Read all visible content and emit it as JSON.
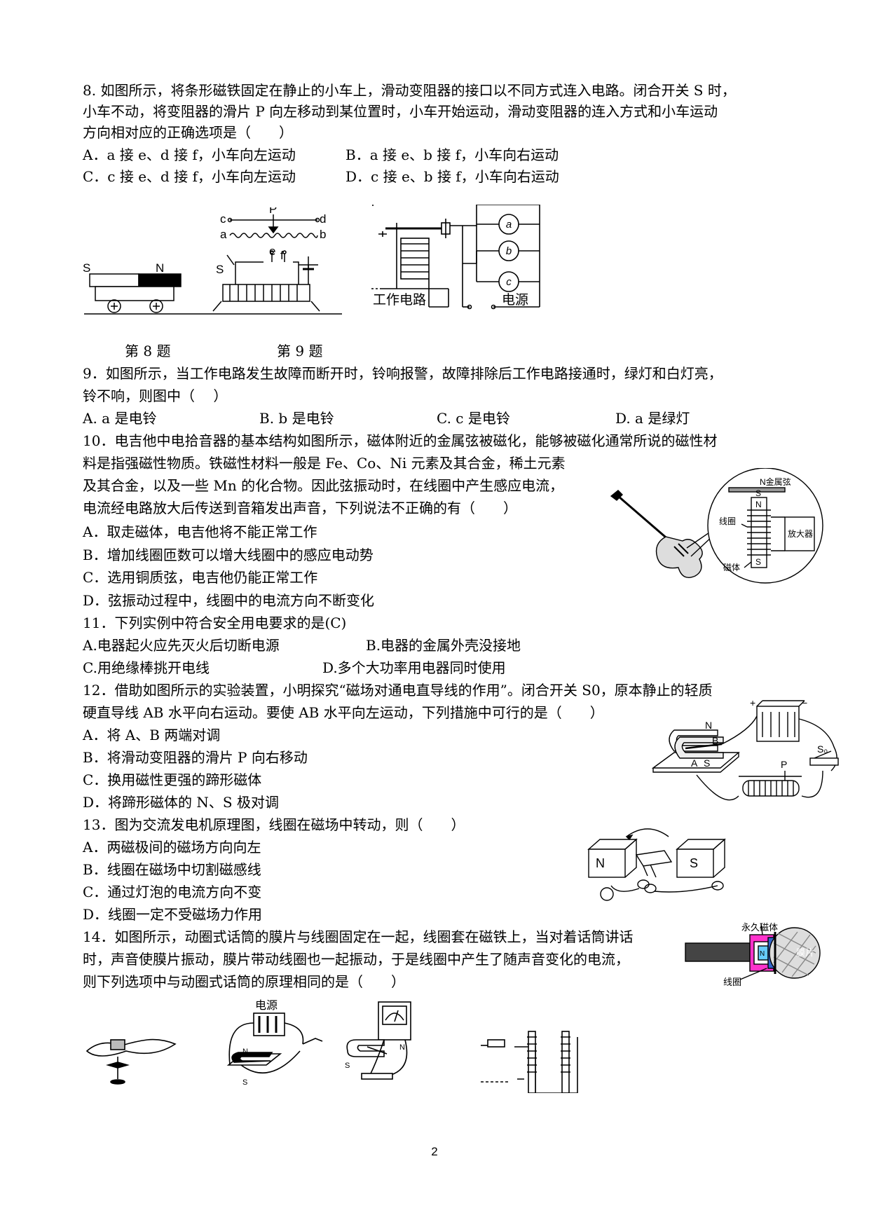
{
  "q8": {
    "lines": [
      "8. 如图所示，将条形磁铁固定在静止的小车上，滑动变阻器的接口以不同方式连入电路。闭合开关 S 时，",
      "小车不动，将变阻器的滑片 P 向左移动到某位置时，小车开始运动，滑动变阻器的连入方式和小车运动",
      "方向相对应的正确选项是（　　）"
    ],
    "options": [
      "A．a 接 e、d 接 f，小车向左运动",
      "B．a 接 e、b 接 f，小车向右运动",
      "C．c 接 e、d 接 f，小车向左运动",
      "D．c 接 e、b 接 f，小车向右运动"
    ],
    "fig_labels": {
      "s": "S",
      "n": "N",
      "c": "c",
      "d": "d",
      "p": "P",
      "a": "a",
      "b": "b",
      "e": "e",
      "f": "f",
      "switch": "S"
    },
    "caption": "第 8 题"
  },
  "q9": {
    "caption": "第 9 题",
    "fig_labels": {
      "work_circuit": "工作电路",
      "power": "电源",
      "a": "a",
      "b": "b",
      "c": "c"
    },
    "lines": [
      "9．如图所示，当工作电路发生故障而断开时，铃响报警，故障排除后工作电路接通时，绿灯和白灯亮，",
      "铃不响，则图中（　 ）"
    ],
    "options": [
      "A. a 是电铃",
      "B. b 是电铃",
      "C. c 是电铃",
      "D. a 是绿灯"
    ]
  },
  "q10": {
    "lines": [
      "10．电吉他中电拾音器的基本结构如图所示，磁体附近的金属弦被磁化，能够被磁化通常所说的磁性材",
      "料是指强磁性物质。铁磁性材料一般是 Fe、Co、Ni 元素及其合金，稀土元素",
      "及其合金，以及一些 Mn 的化合物。因此弦振动时，在线圈中产生感应电流，",
      "电流经电路放大后传送到音箱发出声音，下列说法不正确的有（　　）"
    ],
    "options": [
      "A．取走磁体，电吉他将不能正常工作",
      "B．增加线圈匝数可以增大线圈中的感应电动势",
      "C．选用铜质弦，电吉他仍能正常工作",
      "D．弦振动过程中，线圈中的电流方向不断变化"
    ],
    "fig_labels": {
      "string": "N金属弦",
      "s_top": "S",
      "n": "N",
      "coil": "线圈",
      "amp": "放大器",
      "s_bottom": "S",
      "magnet": "磁体"
    }
  },
  "q11": {
    "line": "11．下列实例中符合安全用电要求的是(C)",
    "options": [
      "A.电器起火应先灭火后切断电源",
      "B.电器的金属外壳没接地",
      "C.用绝缘棒挑开电线",
      "D.多个大功率用电器同时使用"
    ]
  },
  "q12": {
    "lines": [
      "12．借助如图所示的实验装置，小明探究“磁场对通电直导线的作用”。闭合开关 S0，原本静止的轻质",
      "硬直导线 AB 水平向右运动。要使 AB 水平向左运动，下列措施中可行的是（　　）"
    ],
    "options": [
      "A．将 A、B 两端对调",
      "B．将滑动变阻器的滑片 P 向右移动",
      "C．换用磁性更强的蹄形磁体",
      "D．将蹄形磁体的 N、S 极对调"
    ],
    "fig_labels": {
      "plus": "+",
      "minus": "−",
      "n": "N",
      "b": "B",
      "a": "A",
      "s": "S",
      "s0": "S₀",
      "p": "P"
    }
  },
  "q13": {
    "line": "13．图为交流发电机原理图，线圈在磁场中转动，则（　　）",
    "options": [
      "A．两磁极间的磁场方向向左",
      "B．线圈在磁场中切割磁感线",
      "C．通过灯泡的电流方向不变",
      "D．线圈一定不受磁场力作用"
    ],
    "fig_labels": {
      "n": "N",
      "s": "S"
    }
  },
  "q14": {
    "lines": [
      "14．如图所示，动圈式话筒的膜片与线圈固定在一起，线圈套在磁铁上，当对着话筒讲话",
      "时，声音使膜片振动，膜片带动线圈也一起振动，于是线圈中产生了随声音变化的电流，",
      "则下列选项中与动圈式话筒的原理相同的是（　　）"
    ],
    "fig_labels": {
      "magnet": "永久磁体",
      "coil": "线圈",
      "film": "膜片",
      "n": "N"
    },
    "options_fig_labels": {
      "power": "电源",
      "n1": "N",
      "s1": "S",
      "n2": "N",
      "s2": "S"
    }
  },
  "page_number": "2"
}
